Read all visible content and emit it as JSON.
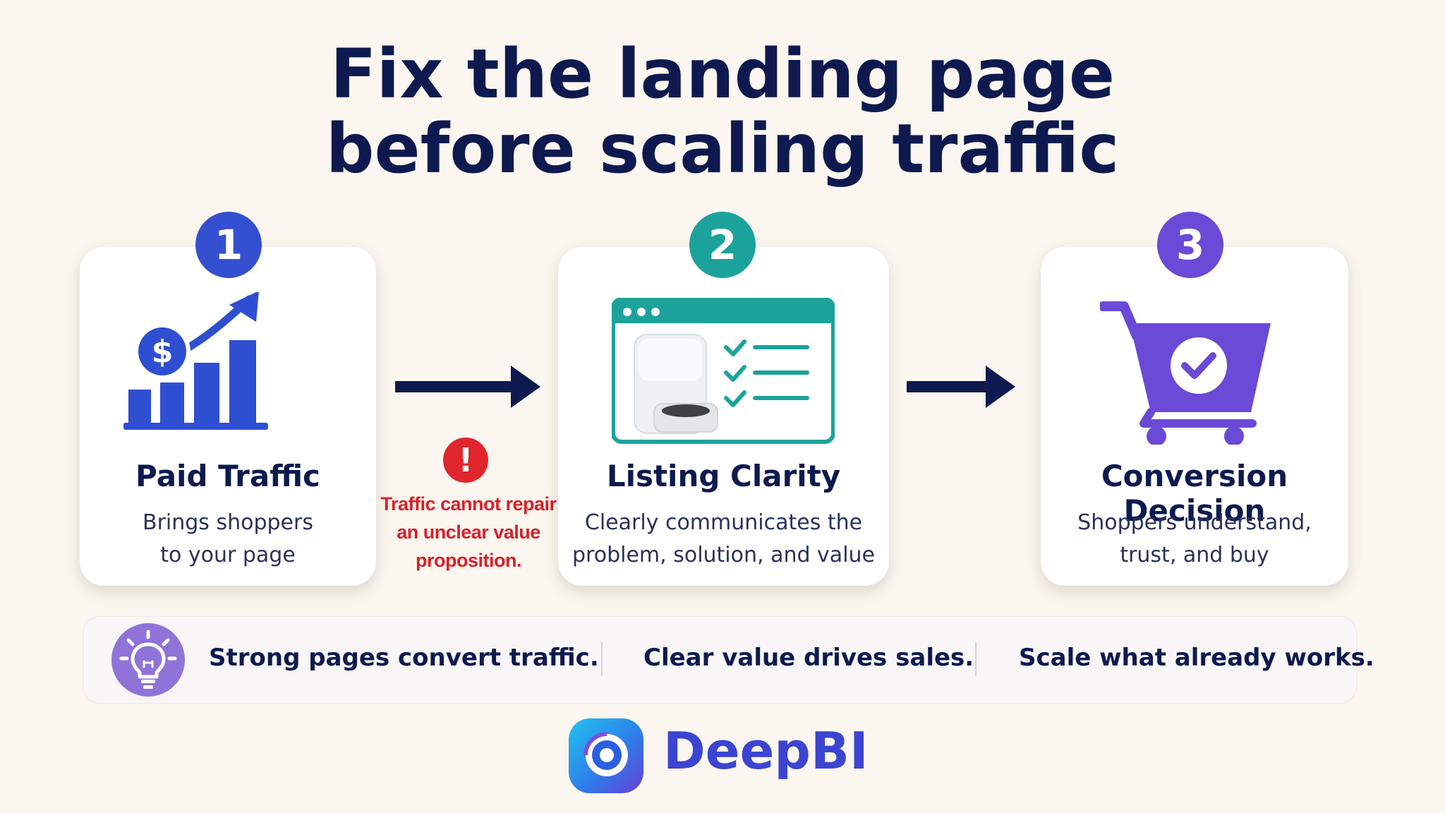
{
  "title": {
    "line1": "Fix the landing page",
    "line2": "before scaling traffic"
  },
  "steps": [
    {
      "number": "1",
      "title": "Paid Traffic",
      "desc_line1": "Brings shoppers",
      "desc_line2": "to your page",
      "icon": "growth-chart-dollar-icon",
      "icon_glyph": "$"
    },
    {
      "number": "2",
      "title": "Listing Clarity",
      "desc_line1": "Clearly communicates the",
      "desc_line2": "problem, solution, and value",
      "icon": "product-listing-browser-icon"
    },
    {
      "number": "3",
      "title": "Conversion Decision",
      "desc_line1": "Shoppers understand,",
      "desc_line2": "trust, and buy",
      "icon": "shopping-cart-check-icon"
    }
  ],
  "warning": {
    "icon": "exclamation-icon",
    "icon_glyph": "!",
    "line1": "Traffic cannot repair",
    "line2": "an unclear value",
    "line3": "proposition."
  },
  "tips": {
    "icon": "lightbulb-icon",
    "items": [
      "Strong pages convert traffic.",
      "Clear value drives sales.",
      "Scale what already works."
    ]
  },
  "brand": {
    "name": "DeepBI",
    "icon": "deepbi-logo-icon"
  },
  "colors": {
    "navy": "#0e1a4f",
    "blue": "#3450d1",
    "teal": "#1ba39b",
    "purple": "#6a4ad6",
    "red": "#e1252c",
    "background": "#fbf6ef"
  }
}
